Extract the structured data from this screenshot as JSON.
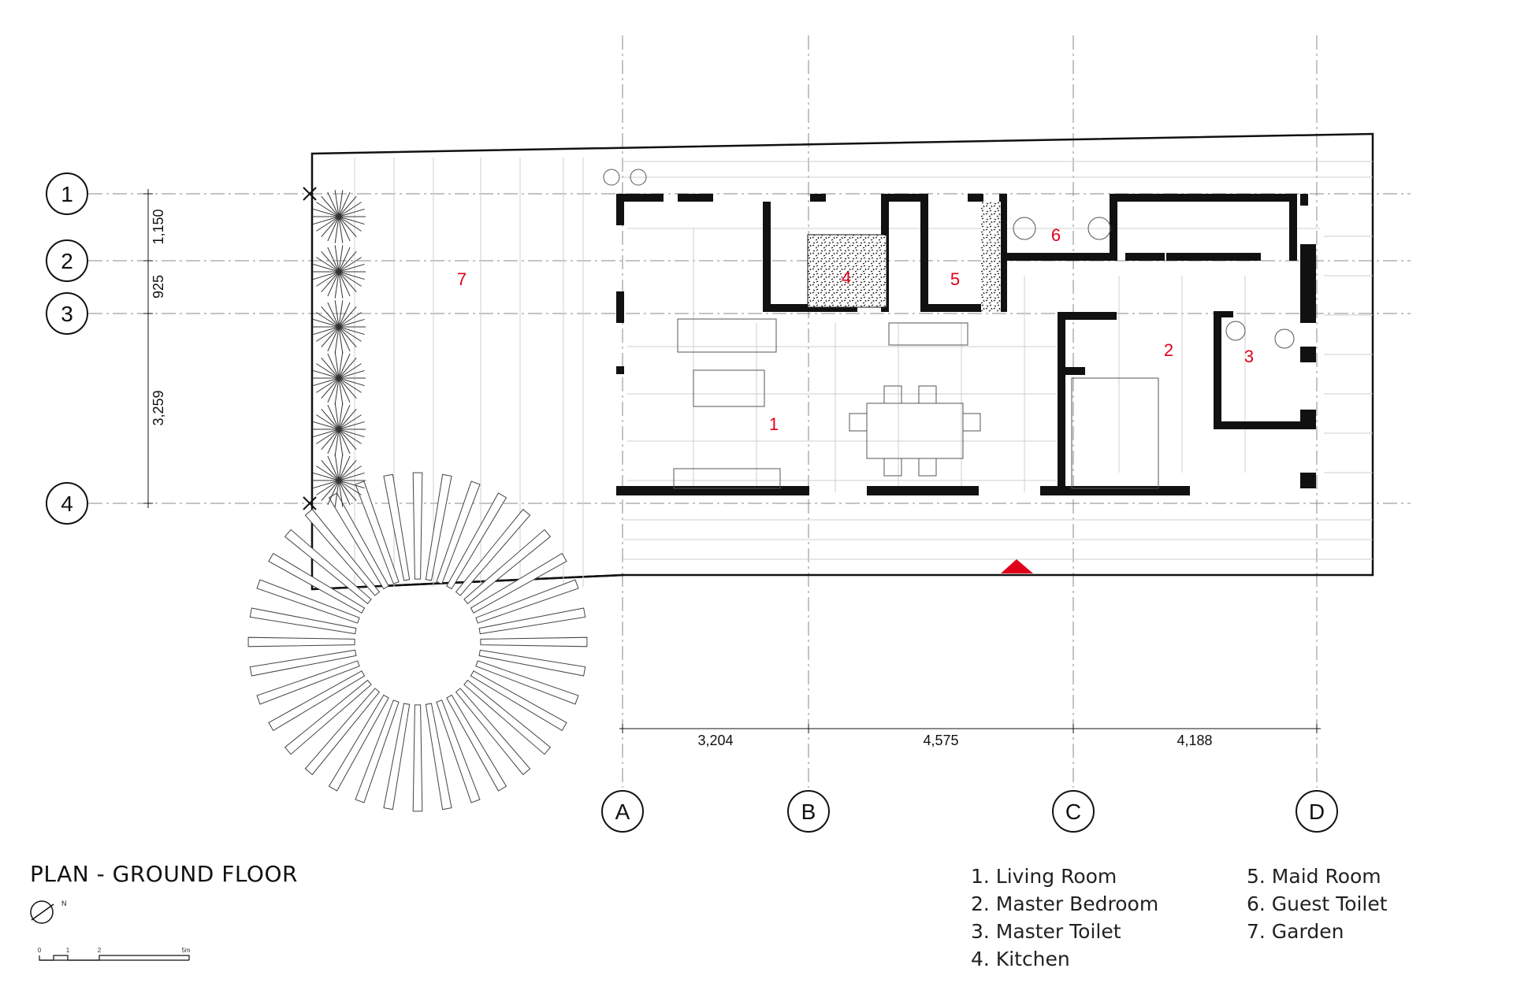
{
  "title": "PLAN - GROUND FLOOR",
  "grid_rows": [
    "1",
    "2",
    "3",
    "4"
  ],
  "grid_cols": [
    "A",
    "B",
    "C",
    "D"
  ],
  "dims_vertical": [
    "1,150",
    "925",
    "3,259"
  ],
  "dims_horizontal": [
    "3,204",
    "4,575",
    "4,188"
  ],
  "room_numbers": [
    "1",
    "2",
    "3",
    "4",
    "5",
    "6",
    "7"
  ],
  "legend_left": [
    "1. Living Room",
    "2. Master Bedroom",
    "3. Master Toilet",
    "4. Kitchen"
  ],
  "legend_right": [
    "5. Maid Room",
    "6. Guest Toilet",
    "7. Garden"
  ],
  "scale_labels": [
    "0",
    "1",
    "2",
    "5m"
  ],
  "north_label": "N",
  "colors": {
    "wall": "#111111",
    "line": "#555555",
    "accent": "#e0001a"
  }
}
